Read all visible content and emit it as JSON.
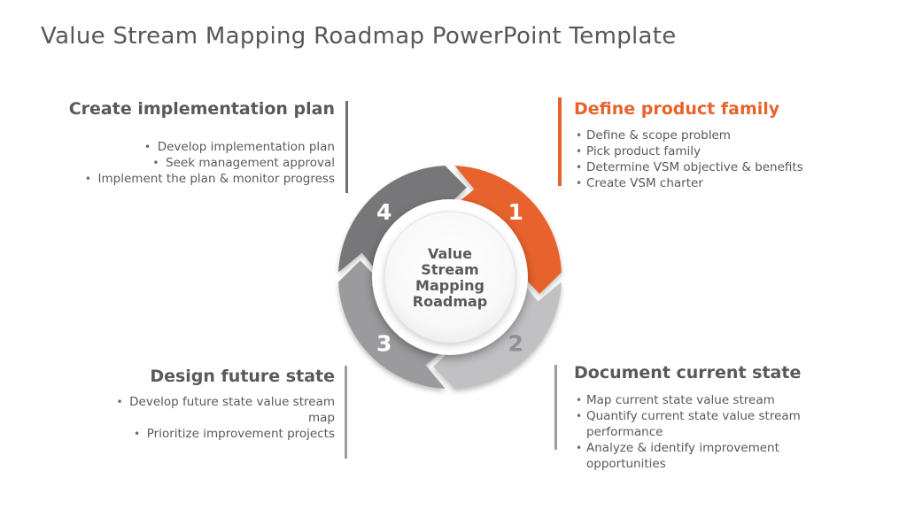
{
  "title": "Value Stream Mapping Roadmap PowerPoint Template",
  "accent_color": "#e8622c",
  "text_color": "#58595b",
  "sections": {
    "top_left": {
      "heading": "Create implementation plan",
      "bullets": [
        "Develop implementation plan",
        "Seek management approval",
        "Implement the plan & monitor progress"
      ]
    },
    "top_right": {
      "heading": "Define product family",
      "bullets": [
        "Define & scope problem",
        "Pick product family",
        "Determine VSM objective & benefits",
        "Create VSM charter"
      ]
    },
    "bottom_left": {
      "heading": "Design future state",
      "bullets": [
        "Develop future state value stream map",
        "Prioritize improvement projects"
      ]
    },
    "bottom_right": {
      "heading": "Document current state",
      "bullets": [
        "Map current state value stream",
        "Quantify current state value stream performance",
        "Analyze & identify improvement opportunities"
      ]
    }
  },
  "diagram": {
    "center_lines": [
      "Value",
      "Stream",
      "Mapping",
      "Roadmap"
    ],
    "segments": [
      {
        "number": "1",
        "color": "#e8622c",
        "number_color": "#ffffff"
      },
      {
        "number": "2",
        "color": "#c1c1c4",
        "number_color": "#8f9093"
      },
      {
        "number": "3",
        "color": "#9b9b9e",
        "number_color": "#ffffff"
      },
      {
        "number": "4",
        "color": "#77777a",
        "number_color": "#ffffff"
      }
    ]
  }
}
